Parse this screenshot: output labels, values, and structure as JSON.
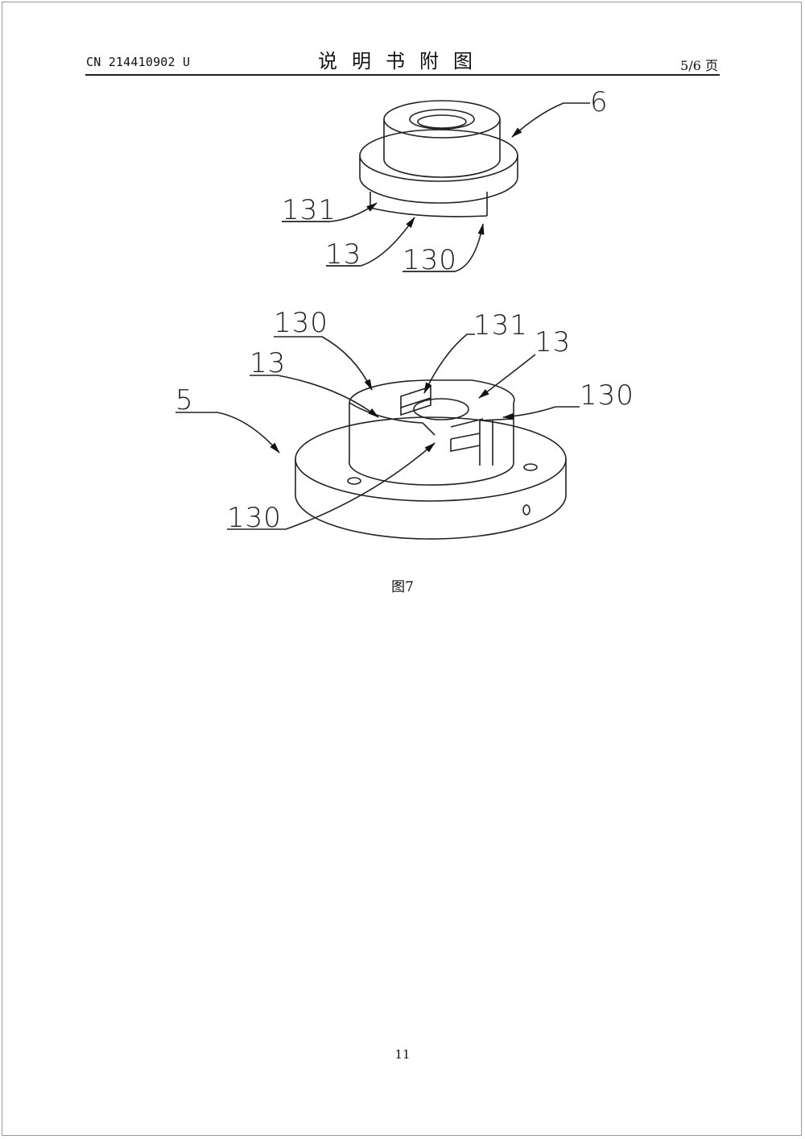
{
  "header": {
    "doc_number": "CN 214410902 U",
    "title": "说明书附图",
    "page": "5/6 页"
  },
  "figure": {
    "caption": "图7",
    "upper_part_labels": {
      "part6": "6",
      "r131": "131",
      "r13": "13",
      "r130": "130"
    },
    "lower_part_labels": {
      "part5": "5",
      "r130_top": "130",
      "r13_left": "13",
      "r131": "131",
      "r13_right": "13",
      "r130_right": "130",
      "r130_bottom": "130"
    }
  },
  "footer": {
    "page_number": "11"
  }
}
